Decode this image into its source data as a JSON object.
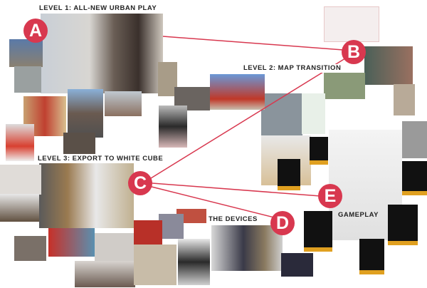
{
  "labels": {
    "level1": "LEVEL 1: ALL-NEW URBAN PLAY",
    "level2": "LEVEL 2: MAP TRANSITION",
    "level3": "LEVEL 3: EXPORT TO WHITE CUBE",
    "devices": "THE DEVICES",
    "gameplay": "GAMEPLAY"
  },
  "markers": {
    "a": "A",
    "b": "B",
    "c": "C",
    "d": "D",
    "e": "E"
  },
  "colors": {
    "accent": "#d8384f",
    "line": "#d8384f"
  }
}
